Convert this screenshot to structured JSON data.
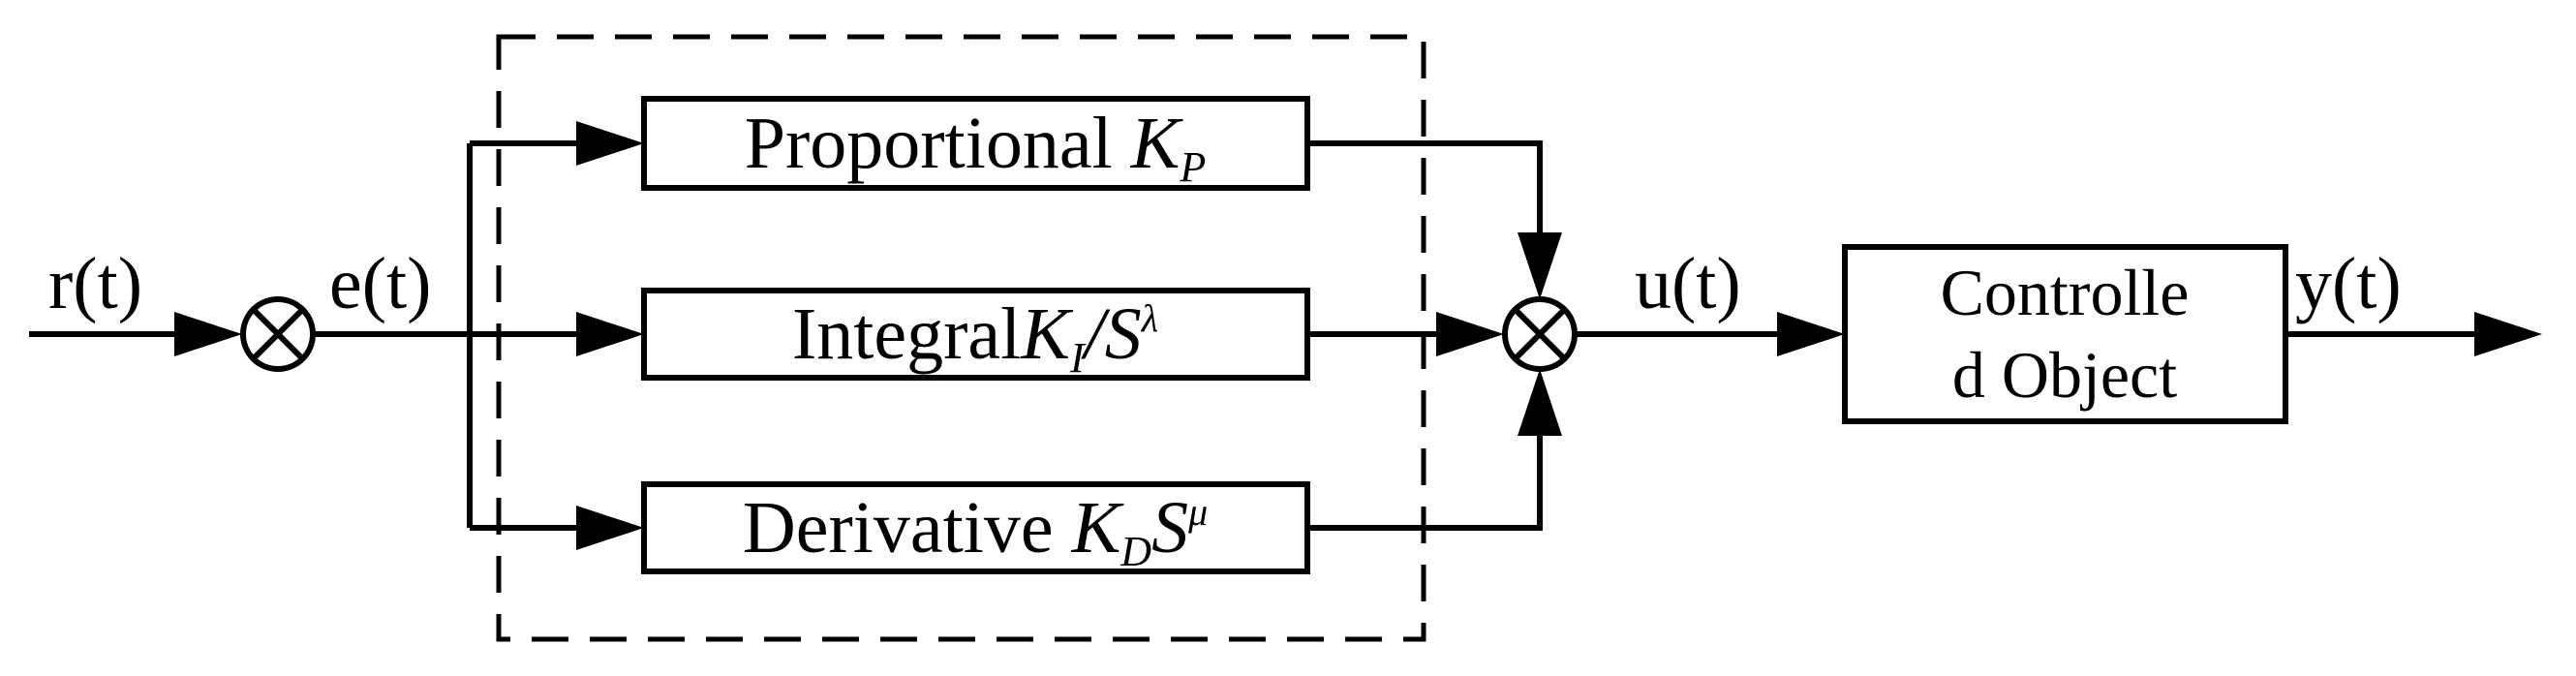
{
  "signals": {
    "reference": "r(t)",
    "error": "e(t)",
    "control": "u(t)",
    "output": "y(t)"
  },
  "blocks": {
    "proportional": {
      "text": "Proportional ",
      "sym": "K",
      "sub": "P"
    },
    "integral": {
      "text": "Integral",
      "sym": "K",
      "sub": "I",
      "slash": "/",
      "base": "S",
      "sup": "λ"
    },
    "derivative": {
      "text": "Derivative ",
      "sym": "K",
      "sub": "D",
      "base": "S",
      "sup": "μ"
    },
    "plant": {
      "line1": "Controlle",
      "line2": "d Object"
    }
  },
  "icons": {
    "summing_junction": "circle-times-icon",
    "arrow": "filled-triangle-arrowhead"
  }
}
